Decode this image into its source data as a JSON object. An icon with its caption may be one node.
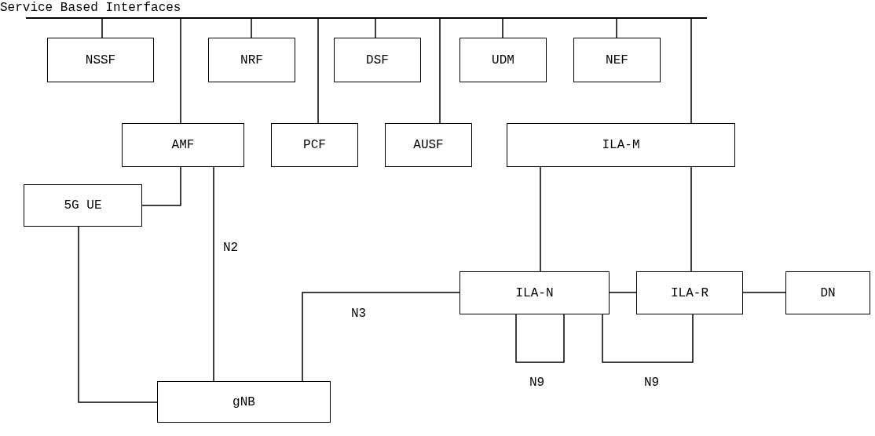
{
  "diagram": {
    "nodes": [
      {
        "text": [
          "Service Based Interfaces"
        ]
      },
      {
        "text": [
          "NSSF"
        ]
      },
      {
        "text": [
          "NRF"
        ]
      },
      {
        "text": [
          "DSF"
        ]
      },
      {
        "text": [
          "UDM"
        ]
      },
      {
        "text": [
          "NEF"
        ]
      },
      {
        "text": [
          "AMF"
        ]
      },
      {
        "text": [
          "PCF"
        ]
      },
      {
        "text": [
          "AUSF"
        ]
      },
      {
        "text": [
          "ILA-M"
        ]
      },
      {
        "text": [
          "5G UE"
        ]
      },
      {
        "text": [
          "gNB"
        ]
      },
      {
        "text": [
          "ILA-N"
        ]
      },
      {
        "text": [
          "ILA-R"
        ]
      },
      {
        "text": [
          "DN"
        ]
      }
    ],
    "edges": [
      {
        "from": 0,
        "to": 1,
        "arrow": "none"
      },
      {
        "from": 0,
        "to": 6,
        "arrow": "none"
      },
      {
        "from": 0,
        "to": 2,
        "arrow": "none"
      },
      {
        "from": 0,
        "to": 7,
        "arrow": "none"
      },
      {
        "from": 0,
        "to": 3,
        "arrow": "none"
      },
      {
        "from": 0,
        "to": 8,
        "arrow": "none"
      },
      {
        "from": 0,
        "to": 4,
        "arrow": "none"
      },
      {
        "from": 0,
        "to": 5,
        "arrow": "none"
      },
      {
        "from": 0,
        "to": 9,
        "arrow": "none"
      },
      {
        "from": 10,
        "to": 6,
        "arrow": "none"
      },
      {
        "from": 6,
        "to": 11,
        "arrow": "none",
        "label": "N2"
      },
      {
        "from": 10,
        "to": 11,
        "arrow": "none"
      },
      {
        "from": 11,
        "to": 12,
        "arrow": "none",
        "label": "N3"
      },
      {
        "from": 9,
        "to": 12,
        "arrow": "none"
      },
      {
        "from": 9,
        "to": 13,
        "arrow": "none"
      },
      {
        "from": 12,
        "to": 13,
        "arrow": "none"
      },
      {
        "from": 13,
        "to": 14,
        "arrow": "none"
      },
      {
        "from": 12,
        "to": 12,
        "arrow": "none",
        "label": "N9"
      },
      {
        "from": 12,
        "to": 13,
        "arrow": "none",
        "label": "N9"
      }
    ]
  }
}
